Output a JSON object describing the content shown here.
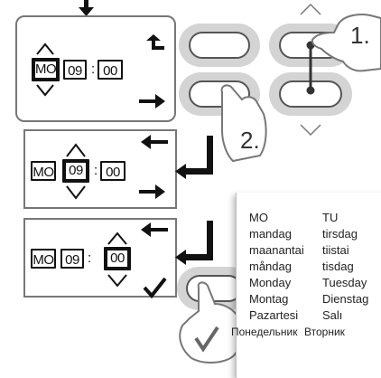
{
  "panels": [
    {
      "day": "MO",
      "hour": "09",
      "minute": "00",
      "highlight": "day"
    },
    {
      "day": "MO",
      "hour": "09",
      "minute": "00",
      "highlight": "hour"
    },
    {
      "day": "MO",
      "hour": "09",
      "minute": "00",
      "highlight": "minute"
    }
  ],
  "colon": ":",
  "steps": [
    "1.",
    "2."
  ],
  "day_names": {
    "col1": [
      "MO",
      "mandag",
      "maanantai",
      "måndag",
      "Monday",
      "Montag",
      "Pazartesi",
      "Понедельник"
    ],
    "col2": [
      "TU",
      "tirsdag",
      "tiistai",
      "tisdag",
      "Tuesday",
      "Dienstag",
      "Salı",
      "Вторник"
    ]
  },
  "colors": {
    "button_fill": "#d4d4d4",
    "line": "#111111",
    "frame": "#777777",
    "hand": "#777777"
  }
}
